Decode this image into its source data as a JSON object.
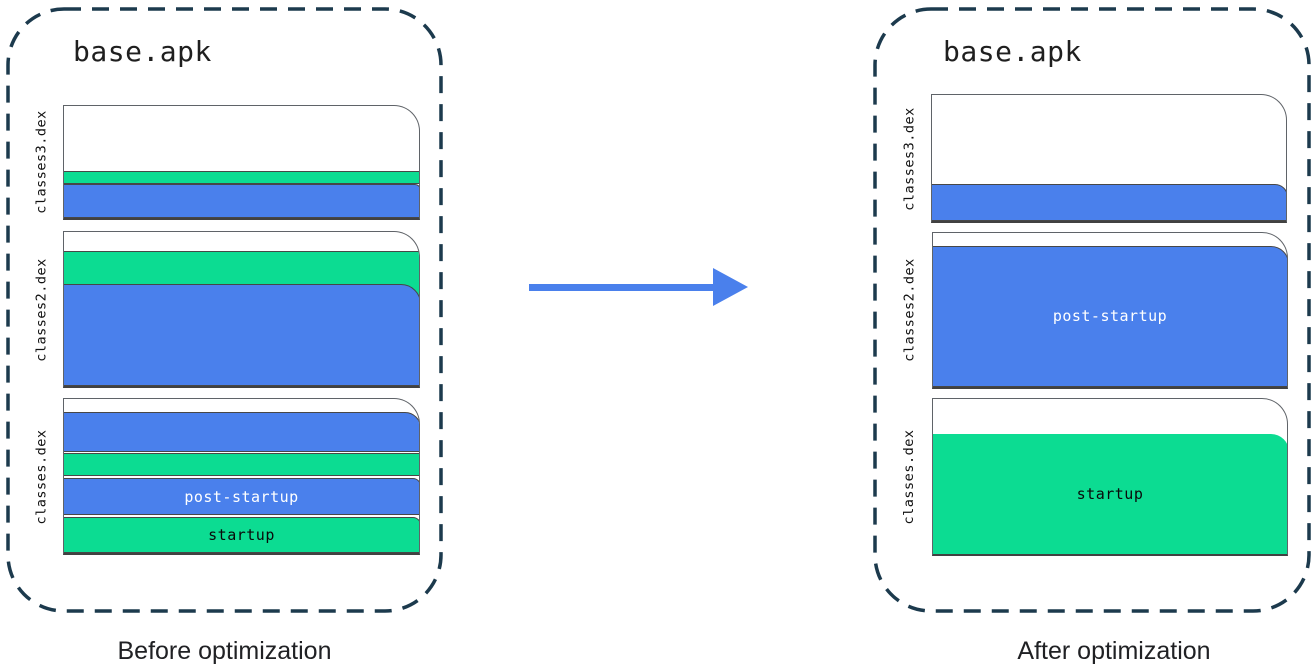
{
  "colors": {
    "blue": "#4a80ec",
    "green": "#0cdc92",
    "outline": "#1c3a4d",
    "page_border": "#5f6368",
    "band_border": "#474747",
    "arrow": "#4a80ec"
  },
  "before": {
    "apk_title": "base.apk",
    "caption": "Before optimization",
    "classes3_label": "classes3.dex",
    "classes2_label": "classes2.dex",
    "classes1_label": "classes.dex",
    "post_startup_label": "post-startup",
    "startup_label": "startup"
  },
  "after": {
    "apk_title": "base.apk",
    "caption": "After optimization",
    "classes3_label": "classes3.dex",
    "classes2_label": "classes2.dex",
    "classes1_label": "classes.dex",
    "post_startup_label": "post-startup",
    "startup_label": "startup"
  }
}
